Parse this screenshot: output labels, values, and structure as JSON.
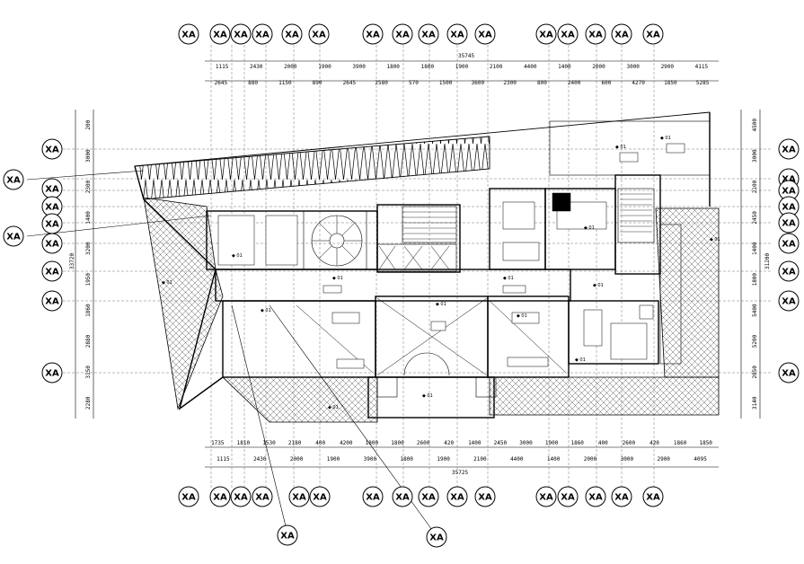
{
  "grid_bubble_label": "XA",
  "top_dims_row1": [
    "1115",
    "2430",
    "2000",
    "1900",
    "3900",
    "1800",
    "1800",
    "1900",
    "2100",
    "4400",
    "1400",
    "2000",
    "3000",
    "2900",
    "4115"
  ],
  "top_dims_row2": [
    "2645",
    "880",
    "1150",
    "890",
    "2645",
    "2580",
    "570",
    "1500",
    "3600",
    "2300",
    "800",
    "2400",
    "600",
    "4270",
    "1850",
    "5285"
  ],
  "top_total": "35745",
  "bottom_dims_row1": [
    "1735",
    "1810",
    "1530",
    "2180",
    "400",
    "4200",
    "1800",
    "1800",
    "2600",
    "420",
    "1400",
    "2450",
    "3000",
    "1900",
    "1860",
    "400",
    "2600",
    "420",
    "1860",
    "1850"
  ],
  "bottom_dims_row2": [
    "1115",
    "2430",
    "2000",
    "1900",
    "3900",
    "1800",
    "1900",
    "2100",
    "4400",
    "1400",
    "2000",
    "3000",
    "2900",
    "4095"
  ],
  "bottom_total": "35725",
  "left_dims": [
    "200",
    "3000",
    "2300",
    "1400",
    "3200",
    "1950",
    "1860",
    "2880",
    "3150",
    "2280"
  ],
  "left_total": "33720",
  "right_dims": [
    "4500",
    "3000",
    "2100",
    "2450",
    "1400",
    "1800",
    "5400",
    "5200",
    "2050",
    "3140"
  ],
  "right_total": "31200",
  "room_tag": "◆ 01"
}
